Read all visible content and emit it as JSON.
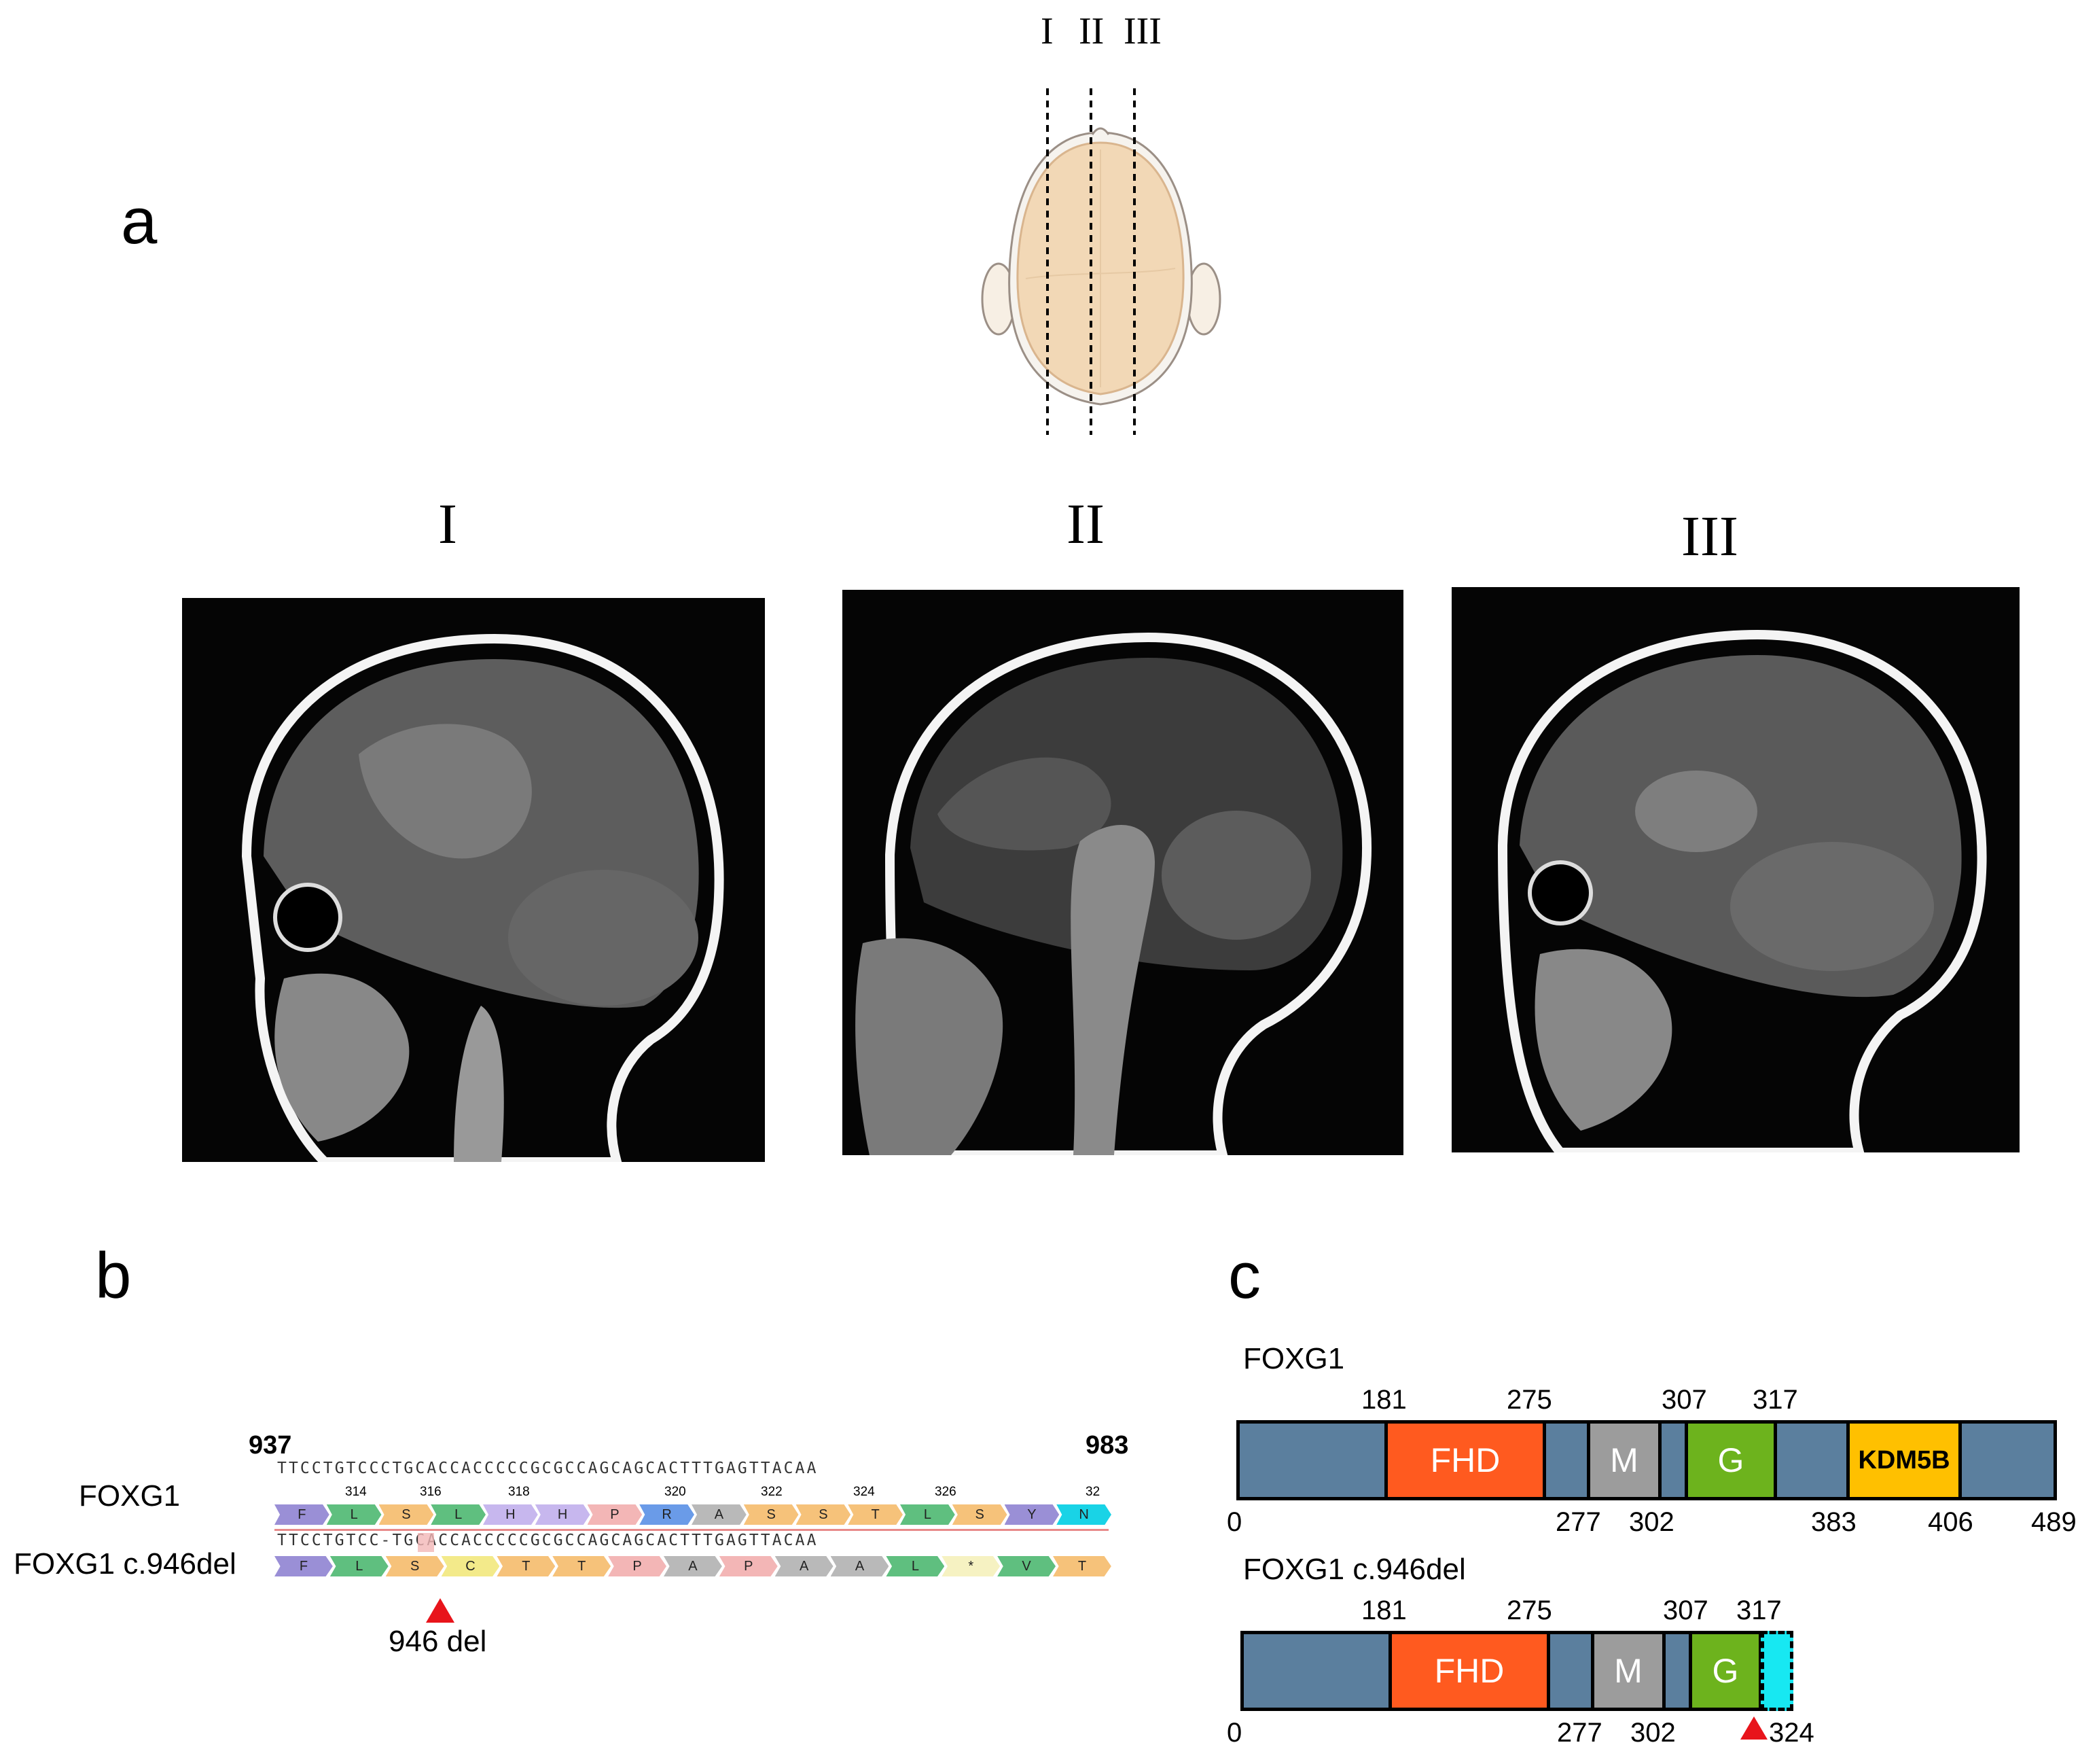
{
  "panel_a": {
    "letter": "a",
    "slice_marks": [
      "I",
      "II",
      "III"
    ],
    "mri_labels": [
      "I",
      "II",
      "III"
    ]
  },
  "panel_b": {
    "letter": "b",
    "seq_start": "937",
    "seq_end": "983",
    "row1_label": "FOXG1",
    "row2_label": "FOXG1 c.946del",
    "ref_seq": "TTCCTGTCCCTGCACCACCCCCGCGCCAGCAGCACTTTGAGTTACAA",
    "mut_seq": "TTCCTGTCC-TGCACCACCCCCGCGCCAGCAGCACTTTGAGTTACAA",
    "positions": [
      "314",
      "316",
      "318",
      "320",
      "322",
      "324",
      "326",
      "32"
    ],
    "ref_aa": [
      "F",
      "L",
      "S",
      "L",
      "H",
      "H",
      "P",
      "R",
      "A",
      "S",
      "S",
      "T",
      "L",
      "S",
      "Y",
      "N"
    ],
    "mut_aa": [
      "F",
      "L",
      "S",
      "C",
      "T",
      "T",
      "P",
      "A",
      "P",
      "A",
      "A",
      "L",
      "*",
      "V",
      "T"
    ],
    "deletion_label": "946 del",
    "colors": {
      "aa_purple": "#9a8fd6",
      "aa_green": "#5fbf7f",
      "aa_orange": "#f6c27a",
      "aa_pink": "#f3b6b6",
      "aa_blue": "#6a9be8",
      "aa_gray": "#b9b9b9",
      "aa_cyan": "#19d3e6",
      "arrow": "#e8141b"
    }
  },
  "panel_c": {
    "letter": "c",
    "wt": {
      "label": "FOXG1",
      "length": "489",
      "start": "0",
      "domains": [
        {
          "name": "FHD",
          "start": "181",
          "end": "275",
          "color": "#ff5a1f"
        },
        {
          "name": "M",
          "start": "277",
          "end": "302",
          "color": "#9c9c9c"
        },
        {
          "name": "G",
          "start": "307",
          "end": "317",
          "color": "#6db31d"
        },
        {
          "name": "KDM5B",
          "start": "383",
          "end": "406",
          "color": "#ffc000"
        }
      ]
    },
    "mut": {
      "label": "FOXG1 c.946del",
      "length": "324",
      "start": "0",
      "domains": [
        {
          "name": "FHD",
          "start": "181",
          "end": "275",
          "color": "#ff5a1f"
        },
        {
          "name": "M",
          "start": "277",
          "end": "302",
          "color": "#9c9c9c"
        },
        {
          "name": "G",
          "start": "307",
          "end": "317",
          "color": "#6db31d"
        }
      ],
      "frameshift_color": "#17e8f2"
    },
    "bar_color": "#5b7f9e"
  }
}
